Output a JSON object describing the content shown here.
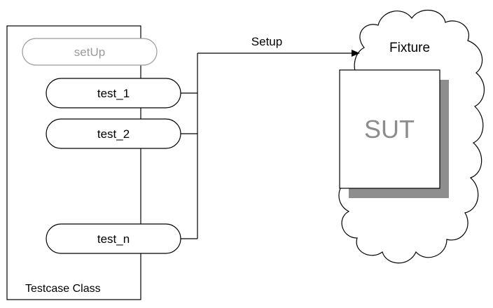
{
  "testcase_class": {
    "title": "Testcase Class",
    "methods": [
      {
        "label": "setUp",
        "state": "dimmed"
      },
      {
        "label": "test_1",
        "state": "normal"
      },
      {
        "label": "test_2",
        "state": "normal"
      },
      {
        "label": "test_n",
        "state": "normal"
      }
    ]
  },
  "connector": {
    "label": "Setup"
  },
  "fixture": {
    "label": "Fixture",
    "sut_label": "SUT"
  },
  "colors": {
    "stroke": "#000000",
    "dimmed": "#9a9a9a",
    "sut_text": "#8c8c8c",
    "sut_shadow": "#8e8e8e",
    "background": "#ffffff"
  }
}
